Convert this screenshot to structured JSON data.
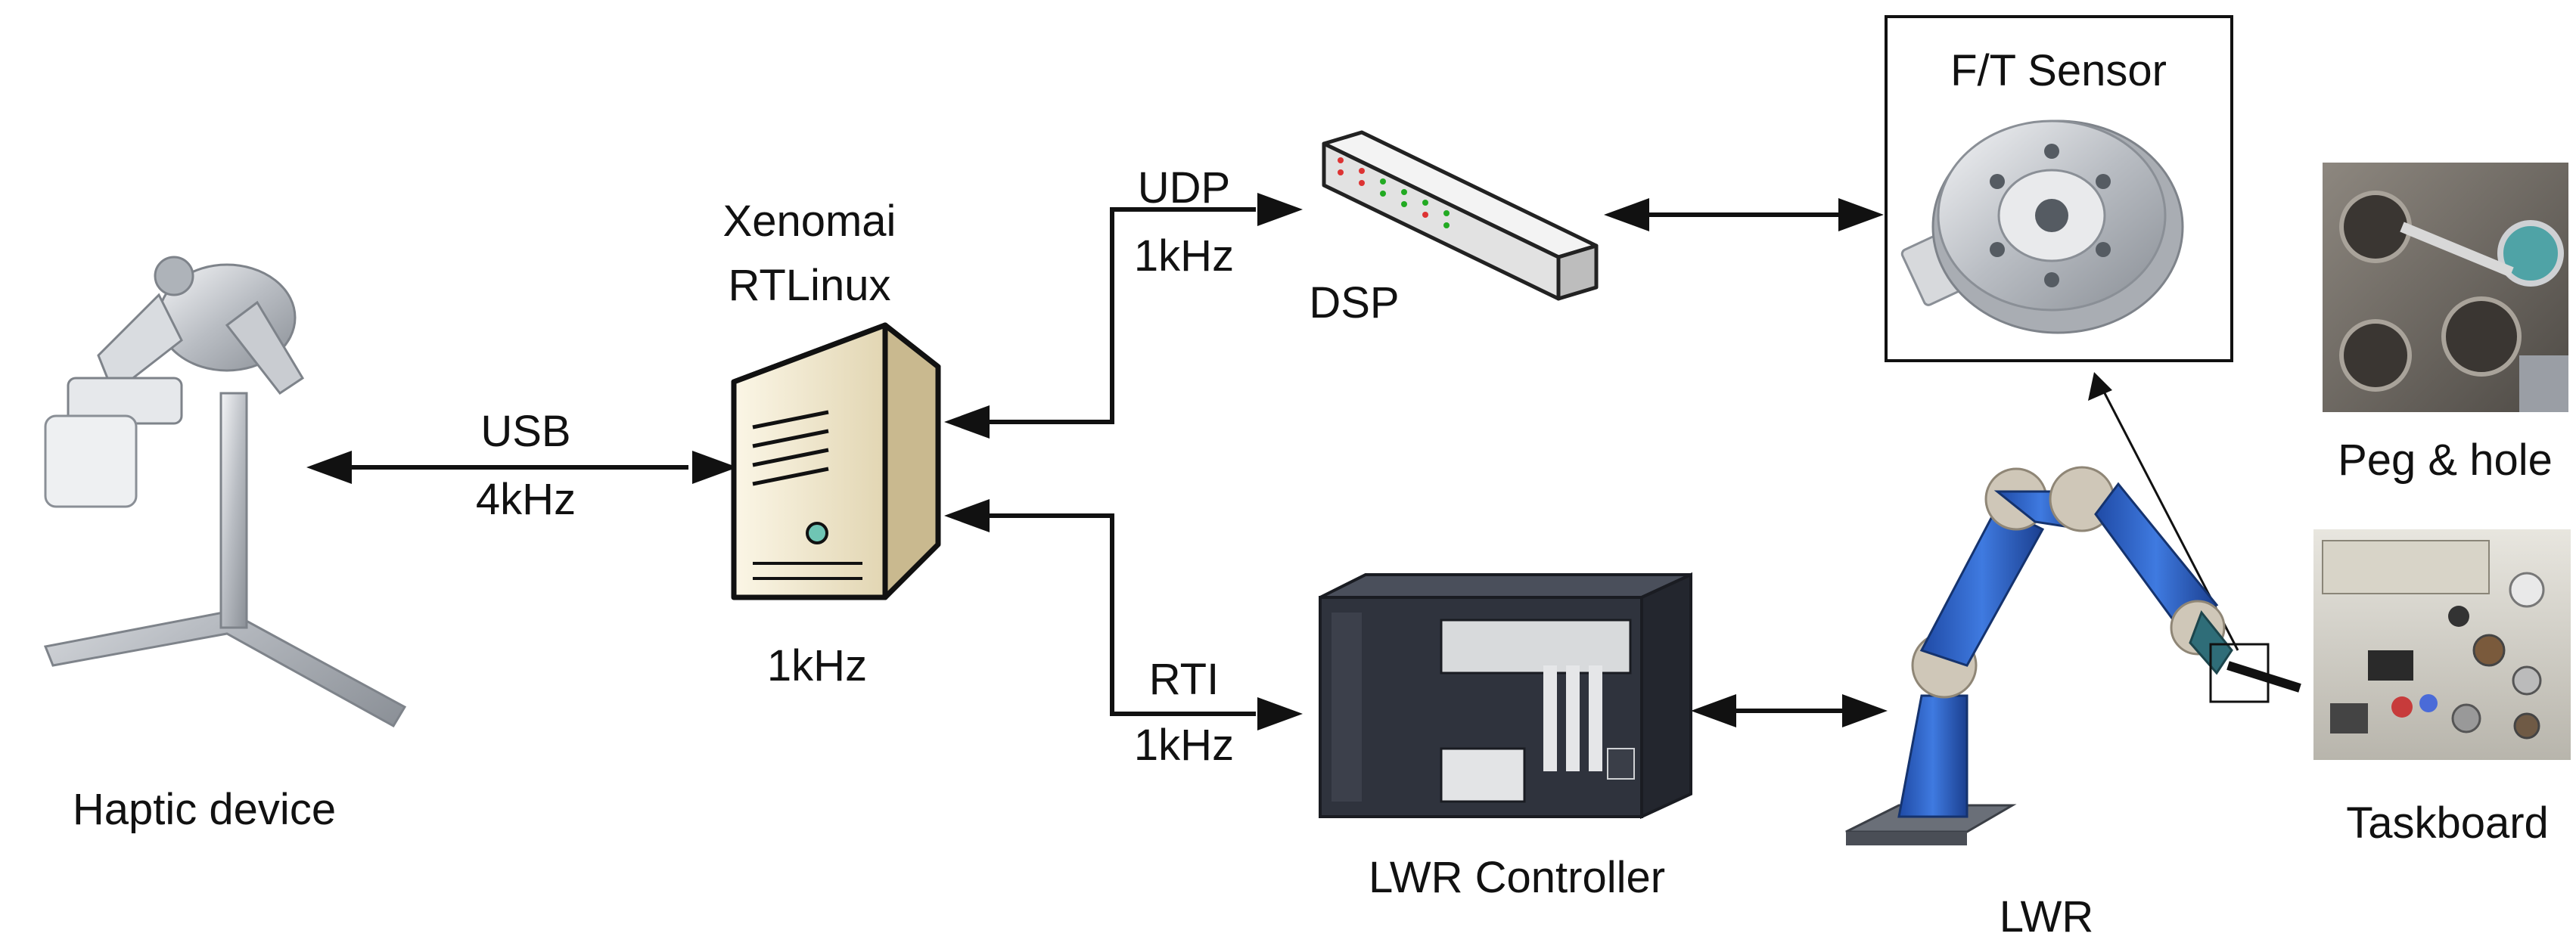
{
  "labels": {
    "haptic_device": "Haptic device",
    "usb": "USB",
    "usb_rate": "4kHz",
    "xenomai": "Xenomai",
    "rtlinux": "RTLinux",
    "pc_rate": "1kHz",
    "udp": "UDP",
    "udp_rate": "1kHz",
    "dsp": "DSP",
    "rti": "RTI",
    "rti_rate": "1kHz",
    "ft_sensor": "F/T Sensor",
    "lwr_controller": "LWR Controller",
    "lwr": "LWR",
    "peg_hole": "Peg & hole",
    "taskboard": "Taskboard"
  },
  "colors": {
    "line": "#111111",
    "robot_blue": "#2a5fc0",
    "robot_joint": "#cfc7b8",
    "pc_beige": "#f2ead3",
    "controller_dark": "#2b2f3a",
    "metal": "#c9ccd1"
  },
  "icons": [
    "haptic-device-icon",
    "server-pc-icon",
    "dsp-box-icon",
    "ft-sensor-icon",
    "lwr-controller-icon",
    "lwr-robot-icon",
    "peg-hole-photo",
    "taskboard-photo"
  ]
}
